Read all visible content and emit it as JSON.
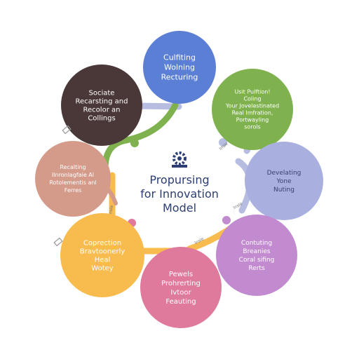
{
  "center": {
    "lines": [
      "Propursing",
      "for Innovation",
      "Model"
    ],
    "icon": "gear-icon",
    "color": "#2c3e73"
  },
  "nodes": [
    {
      "id": "blue",
      "color": "#5b7fd4",
      "text_color": "#ffffff",
      "lines": [
        "Culfiting",
        "Wolning",
        "Recturing"
      ]
    },
    {
      "id": "green",
      "color": "#7fb24e",
      "text_color": "#ffffff",
      "lines": [
        "Usit Pulftion!",
        "Coling",
        "Your Jovelestinated",
        "Real Imfration,",
        "Portwayling",
        "sorols"
      ]
    },
    {
      "id": "lavender",
      "color": "#a9b0e0",
      "text_color": "#3c3f6e",
      "lines": [
        "Develating",
        "Yone",
        "Nuting"
      ]
    },
    {
      "id": "purple",
      "color": "#c28bd0",
      "text_color": "#ffffff",
      "lines": [
        "Contuting",
        "Breanies",
        "Coral sifing",
        "Rerts"
      ]
    },
    {
      "id": "pink",
      "color": "#e07a9c",
      "text_color": "#ffffff",
      "lines": [
        "Pewels",
        "Prohrerting",
        "Ivtoor",
        "Feauting"
      ]
    },
    {
      "id": "yellow",
      "color": "#f8bb4e",
      "text_color": "#ffffff",
      "lines": [
        "Coprection",
        "Bravtoonerly",
        "Heal",
        "Wotey"
      ]
    },
    {
      "id": "tan",
      "color": "#d49b8b",
      "text_color": "#ffffff",
      "lines": [
        "Recalting",
        "Ilnronlagfaie Al",
        "Rotolementis anl",
        "Ferres"
      ]
    },
    {
      "id": "dark",
      "color": "#4a3838",
      "text_color": "#ffffff",
      "lines": [
        "Sociate",
        "Recarsting and",
        "Recolor an",
        "Collings"
      ]
    }
  ],
  "connectors": {
    "label": "lnsle"
  }
}
